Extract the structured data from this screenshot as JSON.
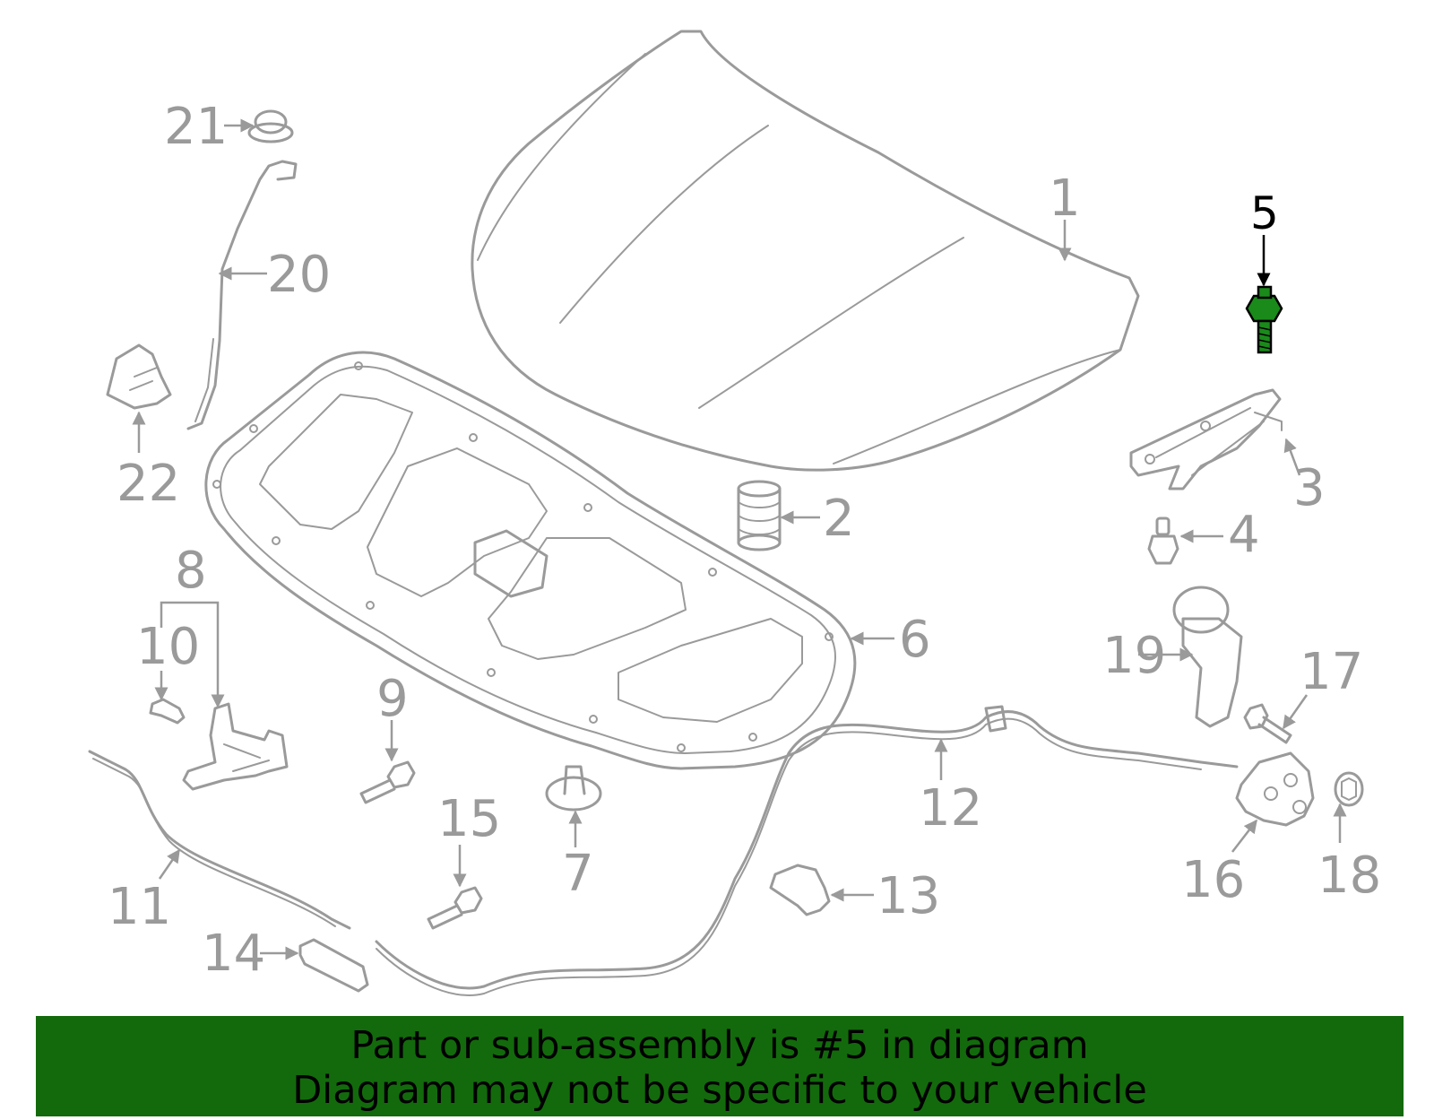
{
  "highlight_color": "#136a0c",
  "highlighted_part": "5",
  "callouts": [
    "1",
    "2",
    "3",
    "4",
    "5",
    "6",
    "7",
    "8",
    "9",
    "10",
    "11",
    "12",
    "13",
    "14",
    "15",
    "16",
    "17",
    "18",
    "19",
    "20",
    "21",
    "22"
  ],
  "banner": {
    "line1": "Part or sub-assembly is #5 in diagram",
    "line2": "Diagram may not be specific to your vehicle"
  }
}
